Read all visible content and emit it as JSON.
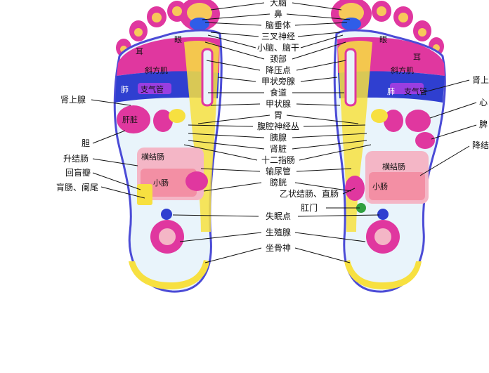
{
  "center_labels": [
    "大脑",
    "鼻",
    "脑垂体",
    "三叉神经",
    "小脑、脑干",
    "颈部",
    "降压点",
    "甲状旁腺",
    "食道",
    "甲状腺",
    "胃",
    "腹腔神经丛",
    "胰腺",
    "肾脏",
    "十二指肠",
    "输尿管",
    "膀胱",
    "乙状结肠、直肠",
    "肛门",
    "失眠点",
    "生殖腺",
    "坐骨神"
  ],
  "left_labels": [
    "肾上腺",
    "胆",
    "升结肠",
    "回盲瓣",
    "肓肠、阑尾"
  ],
  "right_labels": [
    "肾上",
    "心",
    "脾",
    "降结"
  ],
  "left_foot_labels": {
    "ear": "耳",
    "eye": "眼",
    "trapezius": "斜方肌",
    "lung": "肺",
    "bronchus": "支气管",
    "liver": "肝脏",
    "transverse_colon": "横结肠",
    "small_intestine": "小肠"
  },
  "right_foot_labels": {
    "ear": "耳",
    "eye": "眼",
    "trapezius": "斜方肌",
    "lung": "肺",
    "bronchus": "支气管",
    "transverse_colon": "横结肠",
    "small_intestine": "小肠"
  }
}
